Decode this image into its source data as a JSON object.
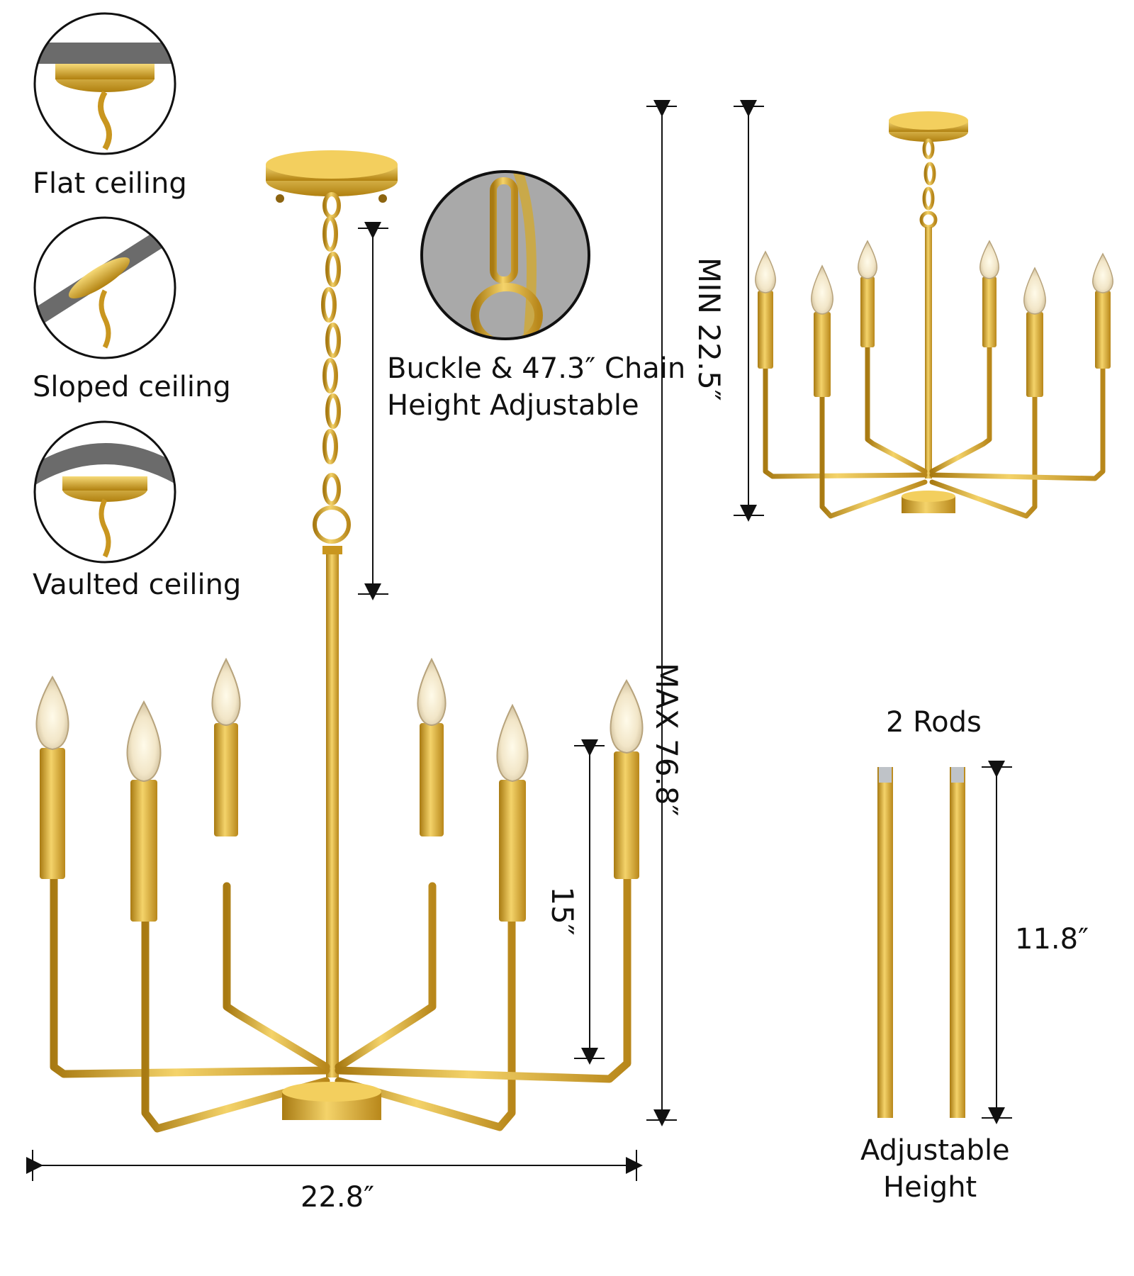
{
  "ceiling_types": [
    {
      "label": "Flat ceiling",
      "icon": "flat-ceiling-icon"
    },
    {
      "label": "Sloped ceiling",
      "icon": "sloped-ceiling-icon"
    },
    {
      "label": "Vaulted ceiling",
      "icon": "vaulted-ceiling-icon"
    }
  ],
  "chain_note": {
    "line1": "Buckle & 47.3″ Chain",
    "line2": "Height Adjustable"
  },
  "dimensions": {
    "max_height": "MAX  76.8″",
    "min_height": "MIN  22.5″",
    "width": "22.8″",
    "arm_height": "15″",
    "rod_length": "11.8″"
  },
  "rods": {
    "title": "2 Rods",
    "caption_line1": "Adjustable",
    "caption_line2": "Height"
  },
  "colors": {
    "gold": "#D9A72A",
    "gold_dark": "#A87A12",
    "ceiling_gray": "#6B6B6B",
    "text": "#111111"
  }
}
